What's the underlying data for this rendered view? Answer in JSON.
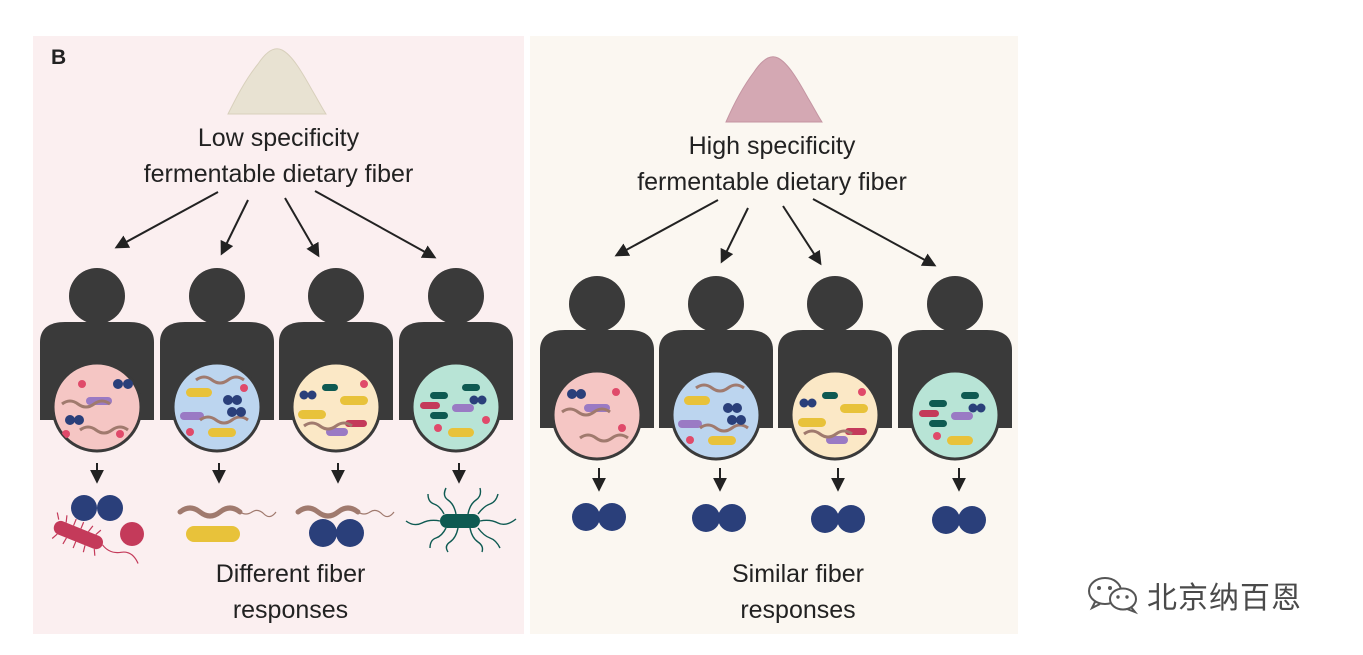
{
  "panel_label": "B",
  "left_panel": {
    "title_line1": "Low specificity",
    "title_line2": "fermentable dietary fiber",
    "response_line1": "Different fiber",
    "response_line2": "responses"
  },
  "right_panel": {
    "title_line1": "High specificity",
    "title_line2": "fermentable dietary fiber",
    "response_line1": "Similar fiber",
    "response_line2": "responses"
  },
  "watermark": {
    "text": "北京纳百恩"
  },
  "colors": {
    "left_bg": "#fbeff0",
    "right_bg": "#fbf7f1",
    "person": "#3a3a3a",
    "low_fiber_pile": "#e8e2d2",
    "high_fiber_pile": "#d4a8b3",
    "gut_pink": "#f5c6c4",
    "gut_blue": "#bcd5ef",
    "gut_cream": "#fbe8c6",
    "gut_teal": "#b8e4d6",
    "coccus_blue": "#2a3f7a",
    "rod_yellow": "#e8c23a",
    "rod_purple": "#9a7ac4",
    "spiral_brown": "#a07a6e",
    "rod_green": "#0e5a52",
    "rod_red": "#c43a5a"
  }
}
